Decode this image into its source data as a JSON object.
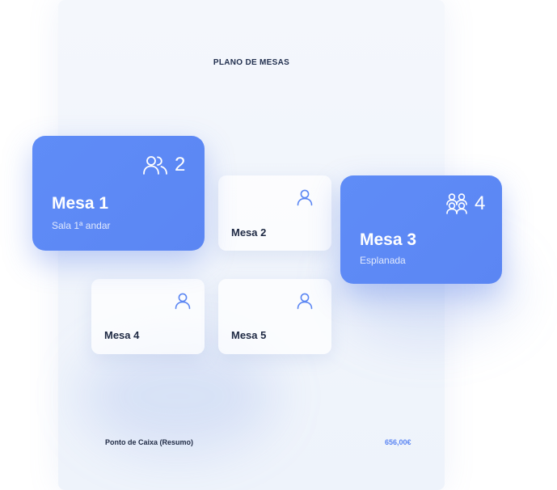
{
  "panel": {
    "title": "PLANO DE MESAS"
  },
  "tables": {
    "mesa1": {
      "name": "Mesa 1",
      "location": "Sala 1ª andar",
      "seats": "2",
      "icon": "two-people-icon"
    },
    "mesa2": {
      "name": "Mesa 2",
      "icon": "person-icon"
    },
    "mesa3": {
      "name": "Mesa 3",
      "location": "Esplanada",
      "seats": "4",
      "icon": "group-people-icon"
    },
    "mesa4": {
      "name": "Mesa 4",
      "icon": "person-icon"
    },
    "mesa5": {
      "name": "Mesa 5",
      "icon": "person-icon"
    }
  },
  "footer": {
    "label": "Ponto de Caixa (Resumo)",
    "value": "656,00€"
  },
  "colors": {
    "accent": "#5B86F3",
    "text_dark": "#1F2A44",
    "panel_bg": "#F1F5FC"
  }
}
